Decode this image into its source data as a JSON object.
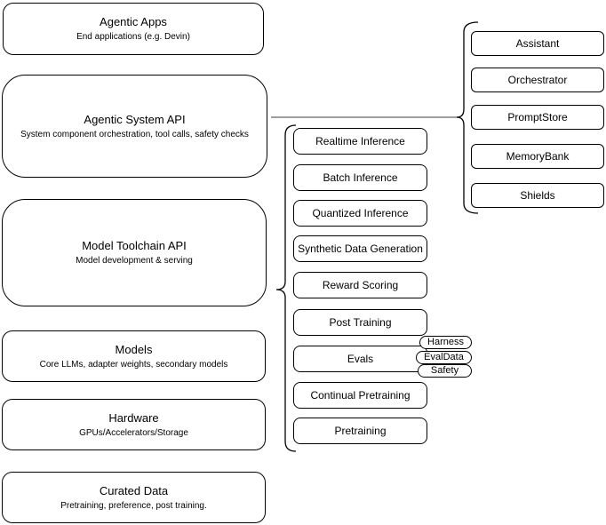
{
  "diagram": {
    "stack_layers": [
      {
        "title": "Agentic Apps",
        "subtitle": "End applications (e.g. Devin)"
      },
      {
        "title": "Agentic System API",
        "subtitle": "System component orchestration, tool calls, safety checks"
      },
      {
        "title": "Model Toolchain API",
        "subtitle": "Model development & serving"
      },
      {
        "title": "Models",
        "subtitle": "Core LLMs, adapter weights, secondary models"
      },
      {
        "title": "Hardware",
        "subtitle": "GPUs/Accelerators/Storage"
      },
      {
        "title": "Curated Data",
        "subtitle": "Pretraining, preference, post training."
      }
    ],
    "model_toolchain_components": [
      "Realtime Inference",
      "Batch Inference",
      "Quantized Inference",
      "Synthetic Data Generation",
      "Reward Scoring",
      "Post Training",
      "Evals",
      "Continual Pretraining",
      "Pretraining"
    ],
    "evals_tags": [
      "Harness",
      "EvalData",
      "Safety"
    ],
    "agentic_system_components": [
      "Assistant",
      "Orchestrator",
      "PromptStore",
      "MemoryBank",
      "Shields"
    ],
    "colors": {
      "box_border": "#000000",
      "box_fill": "#ffffff",
      "connector_line": "#666666"
    }
  }
}
